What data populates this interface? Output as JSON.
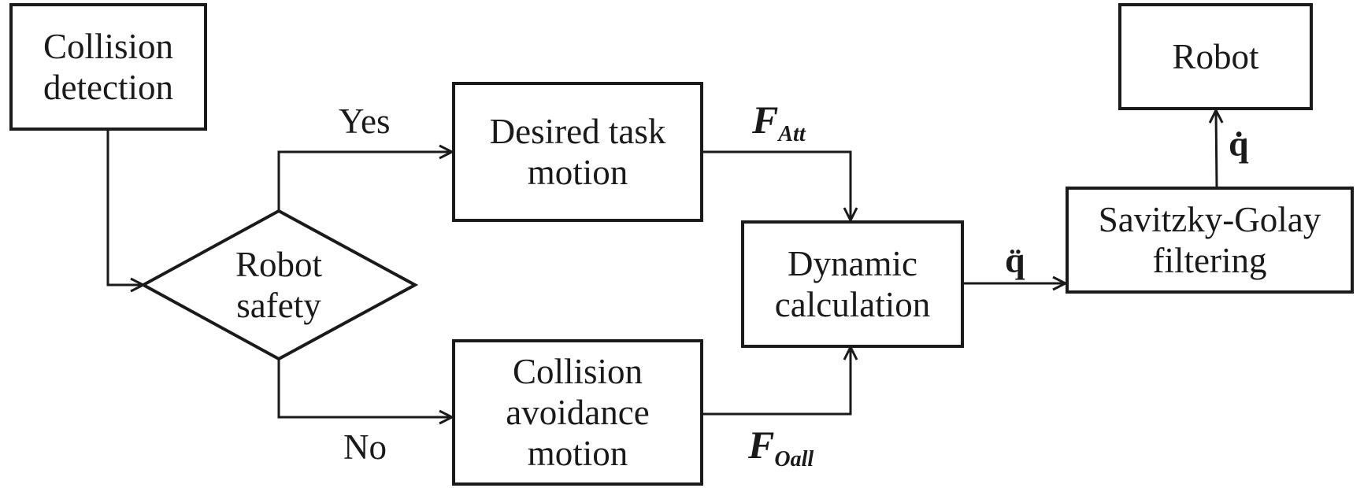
{
  "diagram": {
    "nodes": {
      "collision_detection": [
        "Collision",
        "detection"
      ],
      "robot_safety": [
        "Robot",
        "safety"
      ],
      "desired_task_motion": [
        "Desired task",
        "motion"
      ],
      "collision_avoidance_motion": [
        "Collision",
        "avoidance",
        "motion"
      ],
      "dynamic_calculation": [
        "Dynamic",
        "calculation"
      ],
      "savitzky_golay": [
        "Savitzky-Golay",
        "filtering"
      ],
      "robot": [
        "Robot"
      ]
    },
    "edge_labels": {
      "yes": "Yes",
      "no": "No",
      "f_att_main": "F",
      "f_att_sub": "Att",
      "f_oall_main": "F",
      "f_oall_sub": "Oall",
      "q_ddot": "q̈",
      "q_dot": "q̇"
    }
  }
}
